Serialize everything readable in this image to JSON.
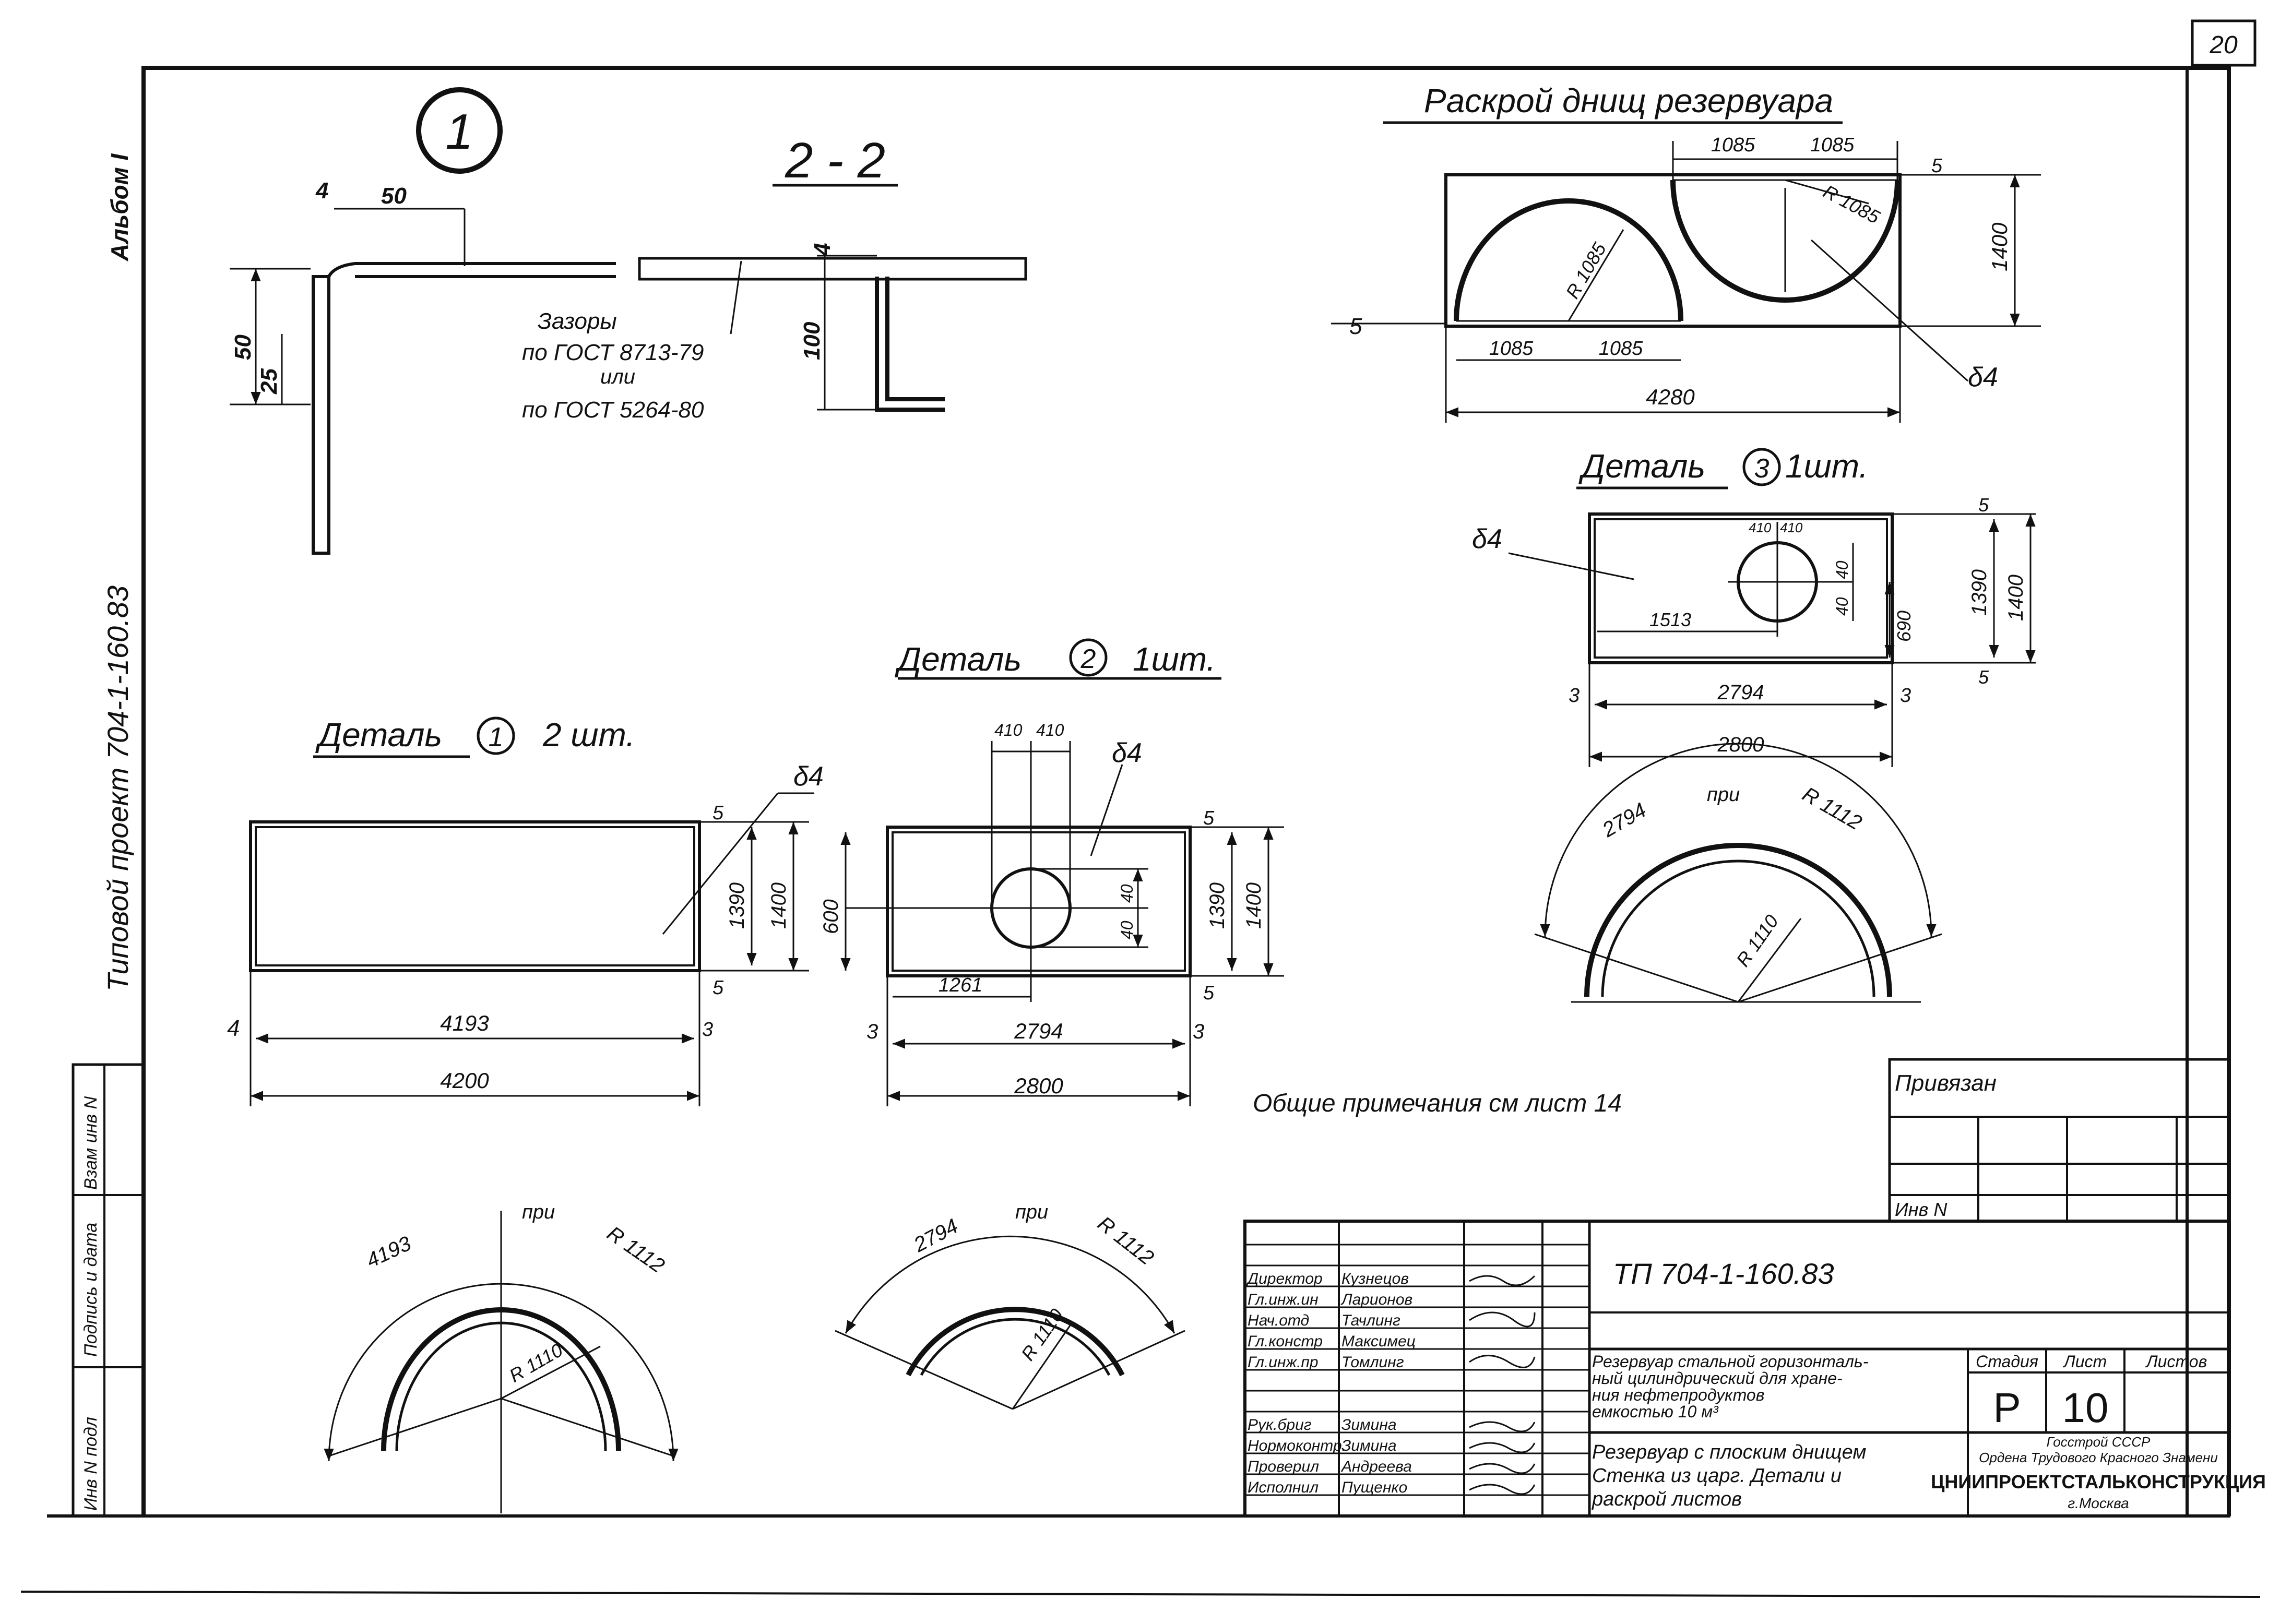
{
  "sheet_number": "20",
  "side_labels": {
    "album": "Альбом I",
    "project": "Типовой проект   704-1-160.83",
    "stamp_cells": [
      "Инв N подл",
      "Подпись и дата",
      "Взам инв N"
    ]
  },
  "callout_1": "1",
  "section_22": {
    "title": "2 - 2",
    "dims": {
      "d4a": "4",
      "d50h": "50",
      "d50v": "50",
      "d25": "25",
      "d4b": "4",
      "d100": "100"
    },
    "note_lines": [
      "Зазоры",
      "по ГОСТ 8713-79",
      "или",
      "по ГОСТ 5264-80"
    ]
  },
  "bottom_cut": {
    "title": "Раскрой днищ резервуара",
    "dims": {
      "top1": "1085",
      "top2": "1085",
      "r_right": "R 1085",
      "r_left": "R 1085",
      "bottom1": "1085",
      "bottom2": "1085",
      "total": "4280",
      "height": "1400",
      "gap_top": "5",
      "gap_left": "5",
      "thickness": "δ4"
    }
  },
  "detail3": {
    "title_pre": "Деталь",
    "num": "3",
    "qty": "1шт.",
    "thickness": "δ4",
    "dims": {
      "s1": "410",
      "s2": "410",
      "hole1": "40",
      "hole2": "40",
      "x": "1513",
      "y": "690",
      "h1": "1390",
      "h2": "1400",
      "w1": "2794",
      "w2": "2800",
      "edge_l": "3",
      "edge_r": "3",
      "gap_t": "5",
      "gap_b": "5"
    }
  },
  "arc3": {
    "chord": "2794",
    "at": "при",
    "r_out": "R 1112",
    "r_in": "R 1110"
  },
  "detail1": {
    "title_pre": "Деталь",
    "num": "1",
    "qty": "2 шт.",
    "thickness": "δ4",
    "dims": {
      "h1": "1390",
      "h2": "1400",
      "gap_t": "5",
      "gap_b": "5",
      "w1": "4193",
      "w2": "4200",
      "edge_l": "4",
      "edge_r": "3"
    }
  },
  "detail2": {
    "title_pre": "Деталь",
    "num": "2",
    "qty": "1шт.",
    "thickness": "δ4",
    "dims": {
      "s1": "410",
      "s2": "410",
      "v600": "600",
      "hole1": "40",
      "hole2": "40",
      "x": "1261",
      "h1": "1390",
      "h2": "1400",
      "w1": "2794",
      "w2": "2800",
      "edge_l": "3",
      "edge_r": "3",
      "gap_t": "5",
      "gap_b": "5"
    }
  },
  "arc1": {
    "chord": "4193",
    "at": "при",
    "r_out": "R 1112",
    "r_in": "R 1110"
  },
  "arc2": {
    "chord": "2794",
    "at": "при",
    "r_out": "R 1112",
    "r_in": "R 1110"
  },
  "general_notes": "Общие примечания см лист 14",
  "binding_box": {
    "title": "Привязан",
    "inv": "Инв N"
  },
  "title_block": {
    "doc_code": "ТП 704-1-160.83",
    "roles": [
      "Директор",
      "Гл.инж.ин",
      "Нач.отд",
      "Гл.констр",
      "Гл.инж.пр",
      "Рук.бриг",
      "Нормоконтр.",
      "Проверил",
      "Исполнил"
    ],
    "names": [
      "Кузнецов",
      "Ларионов",
      "Тачлинг",
      "Максимец",
      "Томлинг",
      "Зимина",
      "Зимина",
      "Андреева",
      "Пущенко"
    ],
    "description_lines": [
      "Резервуар стальной горизонталь-",
      "ный цилиндрический для хране-",
      "ния нефтепродуктов",
      "емкостью 10 м³"
    ],
    "sheet_title_lines": [
      "Резервуар с плоским днищем",
      "Стенка из царг. Детали и",
      "раскрой листов"
    ],
    "hdr_stage": "Стадия",
    "hdr_sheet": "Лист",
    "hdr_sheets": "Листов",
    "stage": "Р",
    "sheet": "10",
    "org_lines": [
      "Госстрой СССР",
      "Ордена Трудового Красного Знамени",
      "ЦНИИПРОЕКТСТАЛЬКОНСТРУКЦИЯ",
      "г.Москва"
    ]
  }
}
